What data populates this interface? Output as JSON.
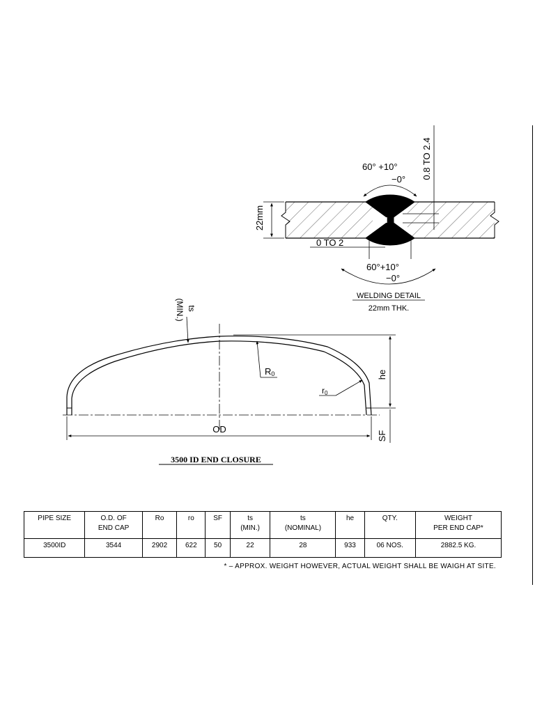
{
  "welding_detail": {
    "thickness_dim": "22mm",
    "gap_dim": "0.8 TO 2.4",
    "root_gap": "0 TO 2",
    "angle_top": "60°  +10°",
    "angle_top_minus": "−0°",
    "angle_bottom": "60°+10°",
    "angle_bottom_minus": "−0°",
    "title": "WELDING DETAIL",
    "subtitle": "22mm THK."
  },
  "end_closure": {
    "ts_label": "ts",
    "min_label": "(MIN.)",
    "crown_radius": "R",
    "crown_radius_sub": "0",
    "knuckle_radius": "r",
    "knuckle_radius_sub": "0",
    "height_label": "he",
    "od_label": "OD",
    "sf_label": "SF",
    "title": "3500 ID END CLOSURE"
  },
  "table": {
    "headers": [
      [
        "PIPE SIZE",
        ""
      ],
      [
        "O.D. OF",
        "END CAP"
      ],
      [
        "Ro",
        ""
      ],
      [
        "ro",
        ""
      ],
      [
        "SF",
        ""
      ],
      [
        "ts",
        "(MIN.)"
      ],
      [
        "ts",
        "(NOMINAL)"
      ],
      [
        "he",
        ""
      ],
      [
        "QTY.",
        ""
      ],
      [
        "WEIGHT",
        "PER END CAP*"
      ]
    ],
    "row": [
      "3500ID",
      "3544",
      "2902",
      "622",
      "50",
      "22",
      "28",
      "933",
      "06 NOS.",
      "2882.5 KG."
    ]
  },
  "note": "* –  APPROX. WEIGHT HOWEVER, ACTUAL WEIGHT SHALL BE WAIGH AT SITE."
}
